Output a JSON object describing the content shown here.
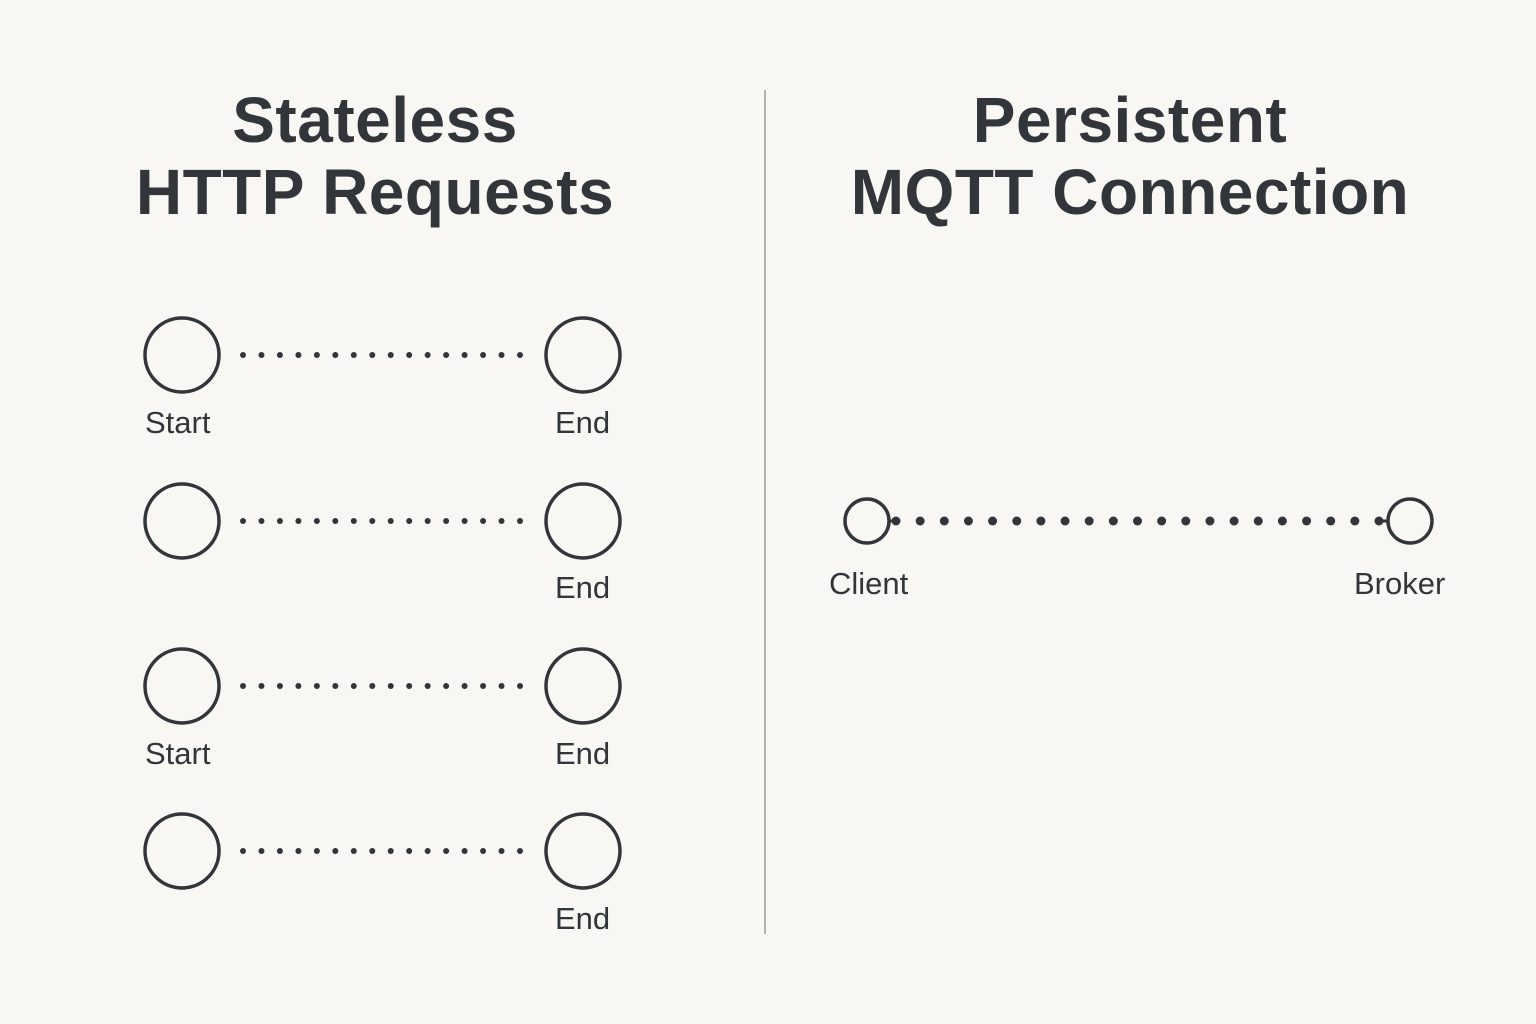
{
  "left_panel": {
    "title_line1": "Stateless",
    "title_line2": "HTTP Requests",
    "rows": [
      {
        "start_label": "Start",
        "end_label": "End"
      },
      {
        "start_label": "",
        "end_label": "End"
      },
      {
        "start_label": "Start",
        "end_label": "End"
      },
      {
        "start_label": "",
        "end_label": "End"
      }
    ],
    "dots_per_row": 16
  },
  "right_panel": {
    "title_line1": "Persistent",
    "title_line2": "MQTT Connection",
    "client_label": "Client",
    "broker_label": "Broker",
    "dots": 21
  },
  "colors": {
    "background": "#f8f7f3",
    "ink": "#32363a",
    "divider": "#b5b5b3"
  }
}
